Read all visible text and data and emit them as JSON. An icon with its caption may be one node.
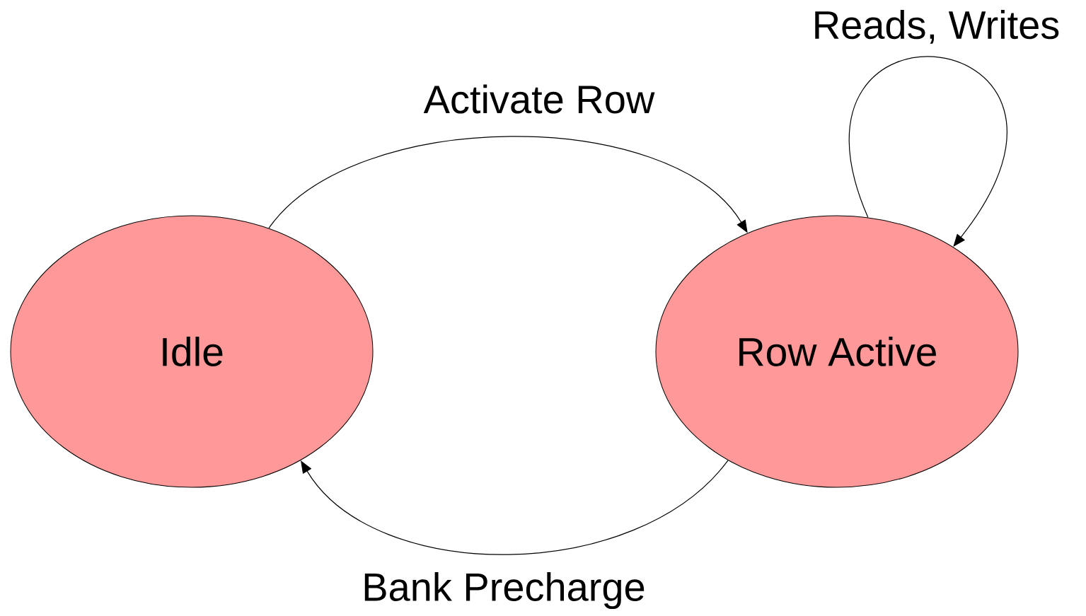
{
  "diagram": {
    "nodes": [
      {
        "text": [
          "Idle"
        ]
      },
      {
        "text": [
          "Row Active"
        ]
      }
    ],
    "edges": [
      {
        "from": 0,
        "to": 1,
        "arrow": "to",
        "label": "Activate Row"
      },
      {
        "from": 1,
        "to": 0,
        "arrow": "to",
        "label": "Bank Precharge"
      },
      {
        "from": 1,
        "to": 1,
        "arrow": "to",
        "label": "Reads, Writes"
      }
    ]
  }
}
